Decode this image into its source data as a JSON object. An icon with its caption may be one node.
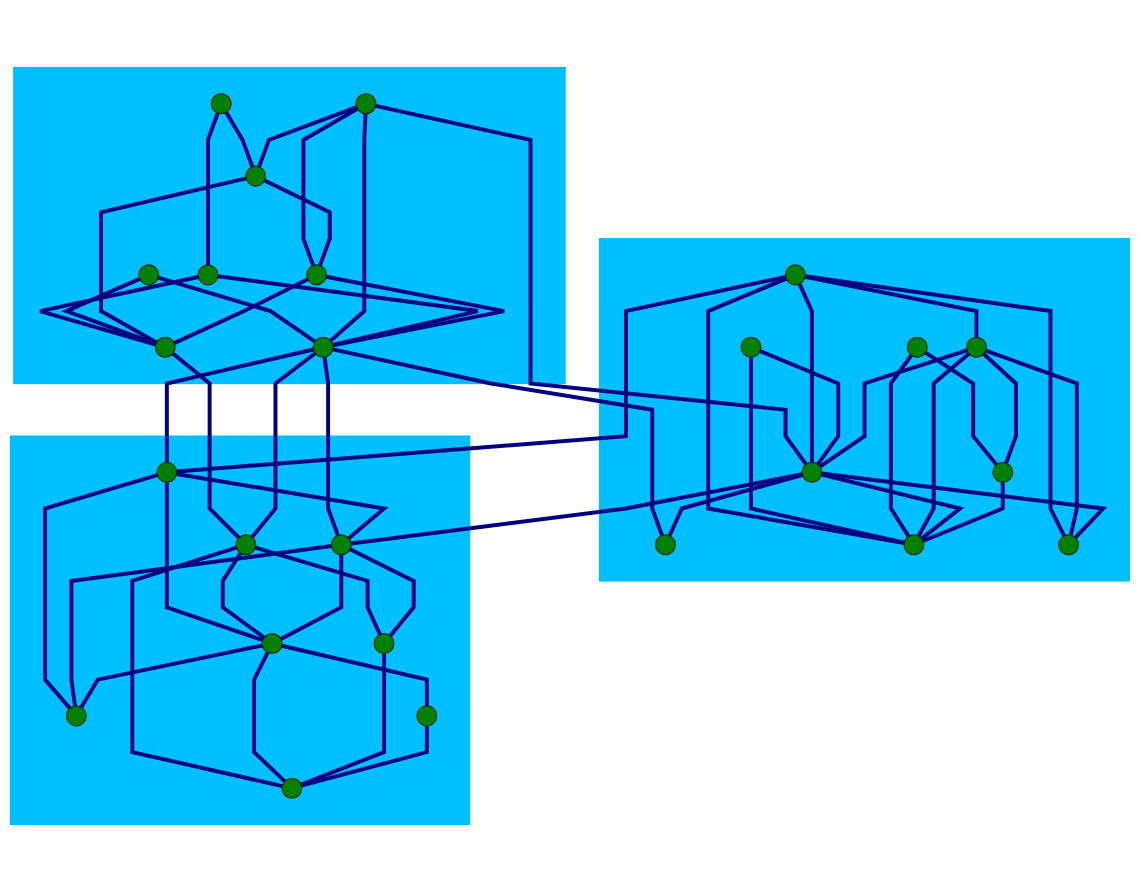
{
  "diagram": {
    "nodes": [
      {
        "text": [],
        "shape": "blob"
      },
      {
        "text": [],
        "shape": "circle",
        "in": 0
      },
      {
        "text": [],
        "shape": "circle",
        "in": 0
      },
      {
        "text": [],
        "shape": "circle",
        "in": 0
      },
      {
        "text": [],
        "shape": "circle",
        "in": 0
      },
      {
        "text": [],
        "shape": "circle",
        "in": 0
      },
      {
        "text": [],
        "shape": "circle",
        "in": 0
      },
      {
        "text": [],
        "shape": "circle",
        "in": 0
      },
      {
        "text": [],
        "shape": "circle",
        "in": 0
      },
      {
        "text": [],
        "shape": "blob"
      },
      {
        "text": [],
        "shape": "circle",
        "in": 9
      },
      {
        "text": [],
        "shape": "circle",
        "in": 9
      },
      {
        "text": [],
        "shape": "circle",
        "in": 9
      },
      {
        "text": [],
        "shape": "circle",
        "in": 9
      },
      {
        "text": [],
        "shape": "circle",
        "in": 9
      },
      {
        "text": [],
        "shape": "circle",
        "in": 9
      },
      {
        "text": [],
        "shape": "circle",
        "in": 9
      },
      {
        "text": [],
        "shape": "circle",
        "in": 9
      },
      {
        "text": [],
        "shape": "circle",
        "in": 9
      },
      {
        "text": [],
        "shape": "blob"
      },
      {
        "text": [],
        "shape": "circle",
        "in": 19
      },
      {
        "text": [],
        "shape": "circle",
        "in": 19
      },
      {
        "text": [],
        "shape": "circle",
        "in": 19
      },
      {
        "text": [],
        "shape": "circle",
        "in": 19
      },
      {
        "text": [],
        "shape": "circle",
        "in": 19
      },
      {
        "text": [],
        "shape": "circle",
        "in": 19
      },
      {
        "text": [],
        "shape": "circle",
        "in": 19
      },
      {
        "text": [],
        "shape": "circle",
        "in": 19
      }
    ],
    "edges": [
      {
        "from": 1,
        "to": 4,
        "arrow": "none"
      },
      {
        "from": 1,
        "to": 5,
        "arrow": "none"
      },
      {
        "from": 5,
        "to": 7,
        "arrow": "none"
      },
      {
        "from": 2,
        "to": 7,
        "arrow": "none"
      },
      {
        "from": 2,
        "to": 8,
        "arrow": "none"
      },
      {
        "from": 3,
        "to": 4,
        "arrow": "none"
      },
      {
        "from": 3,
        "to": 6,
        "arrow": "none"
      },
      {
        "from": 3,
        "to": 8,
        "arrow": "none"
      },
      {
        "from": 4,
        "to": 6,
        "arrow": "none"
      },
      {
        "from": 4,
        "to": 7,
        "arrow": "none"
      },
      {
        "from": 5,
        "to": 8,
        "arrow": "none"
      },
      {
        "from": 6,
        "to": 8,
        "arrow": "none"
      },
      {
        "from": 6,
        "to": 7,
        "arrow": "none"
      },
      {
        "from": 3,
        "to": 14,
        "arrow": "none"
      },
      {
        "from": 8,
        "to": 16,
        "arrow": "none"
      },
      {
        "from": 7,
        "to": 21,
        "arrow": "none"
      },
      {
        "from": 8,
        "to": 21,
        "arrow": "none"
      },
      {
        "from": 8,
        "to": 20,
        "arrow": "none"
      },
      {
        "from": 8,
        "to": 22,
        "arrow": "none"
      },
      {
        "from": 13,
        "to": 12,
        "arrow": "none"
      },
      {
        "from": 13,
        "to": 14,
        "arrow": "none"
      },
      {
        "from": 13,
        "to": 17,
        "arrow": "none"
      },
      {
        "from": 13,
        "to": 18,
        "arrow": "none"
      },
      {
        "from": 13,
        "to": 20,
        "arrow": "none"
      },
      {
        "from": 10,
        "to": 14,
        "arrow": "none"
      },
      {
        "from": 10,
        "to": 17,
        "arrow": "none"
      },
      {
        "from": 11,
        "to": 17,
        "arrow": "none"
      },
      {
        "from": 11,
        "to": 15,
        "arrow": "none"
      },
      {
        "from": 12,
        "to": 14,
        "arrow": "none"
      },
      {
        "from": 12,
        "to": 17,
        "arrow": "none"
      },
      {
        "from": 12,
        "to": 15,
        "arrow": "none"
      },
      {
        "from": 12,
        "to": 18,
        "arrow": "none"
      },
      {
        "from": 14,
        "to": 16,
        "arrow": "none"
      },
      {
        "from": 14,
        "to": 17,
        "arrow": "none"
      },
      {
        "from": 14,
        "to": 18,
        "arrow": "none"
      },
      {
        "from": 15,
        "to": 17,
        "arrow": "none"
      },
      {
        "from": 14,
        "to": 22,
        "arrow": "none"
      },
      {
        "from": 20,
        "to": 23,
        "arrow": "none"
      },
      {
        "from": 20,
        "to": 25,
        "arrow": "none"
      },
      {
        "from": 20,
        "to": 22,
        "arrow": "none"
      },
      {
        "from": 21,
        "to": 23,
        "arrow": "none"
      },
      {
        "from": 21,
        "to": 24,
        "arrow": "none"
      },
      {
        "from": 21,
        "to": 26,
        "arrow": "none"
      },
      {
        "from": 22,
        "to": 23,
        "arrow": "none"
      },
      {
        "from": 22,
        "to": 25,
        "arrow": "none"
      },
      {
        "from": 22,
        "to": 24,
        "arrow": "none"
      },
      {
        "from": 23,
        "to": 25,
        "arrow": "none"
      },
      {
        "from": 23,
        "to": 27,
        "arrow": "none"
      },
      {
        "from": 23,
        "to": 26,
        "arrow": "none"
      },
      {
        "from": 24,
        "to": 26,
        "arrow": "none"
      },
      {
        "from": 27,
        "to": 26,
        "arrow": "none"
      }
    ]
  }
}
